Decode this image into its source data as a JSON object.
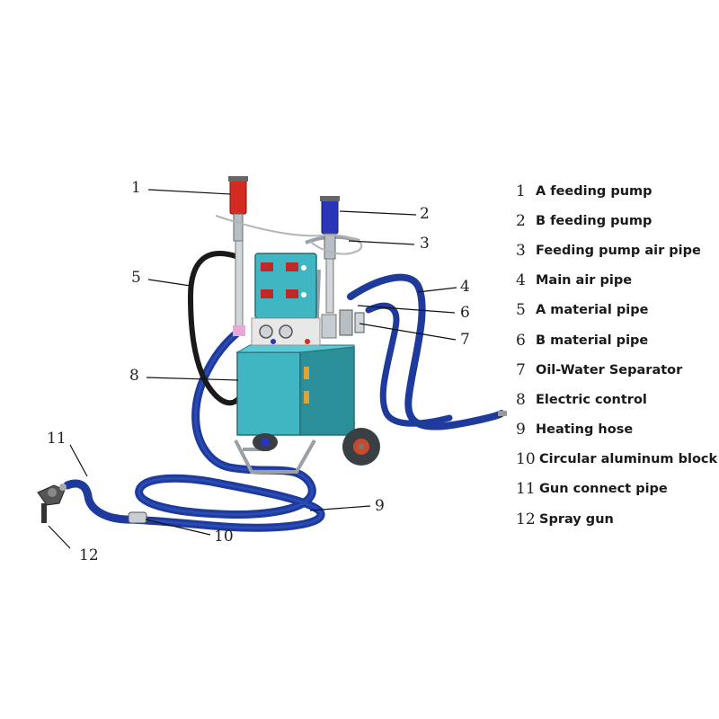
{
  "callouts": [
    "1",
    "2",
    "3",
    "4",
    "5",
    "6",
    "7",
    "8",
    "9",
    "10",
    "11",
    "12"
  ],
  "legend": [
    {
      "num": "1",
      "label": "A feeding pump"
    },
    {
      "num": "2",
      "label": "B feeding pump"
    },
    {
      "num": "3",
      "label": "Feeding pump air pipe"
    },
    {
      "num": "4",
      "label": "Main air pipe"
    },
    {
      "num": "5",
      "label": "A material pipe"
    },
    {
      "num": "6",
      "label": "B material pipe"
    },
    {
      "num": "7",
      "label": "Oil-Water Separator"
    },
    {
      "num": "8",
      "label": "Electric control"
    },
    {
      "num": "9",
      "label": "Heating hose"
    },
    {
      "num": "10",
      "label": "Circular aluminum block"
    },
    {
      "num": "11",
      "label": "Gun connect pipe"
    },
    {
      "num": "12",
      "label": "Spray gun"
    }
  ],
  "colors": {
    "cabinet": "#3fb6c2",
    "cabinet_dark": "#2b8f9a",
    "hose": "#1d3a9c",
    "hose_light": "#3556c4",
    "a_pump": "#d42a22",
    "b_pump": "#2a35b8",
    "frame": "#9aa0a6",
    "tire": "#3a3f44",
    "leader": "#111111"
  }
}
